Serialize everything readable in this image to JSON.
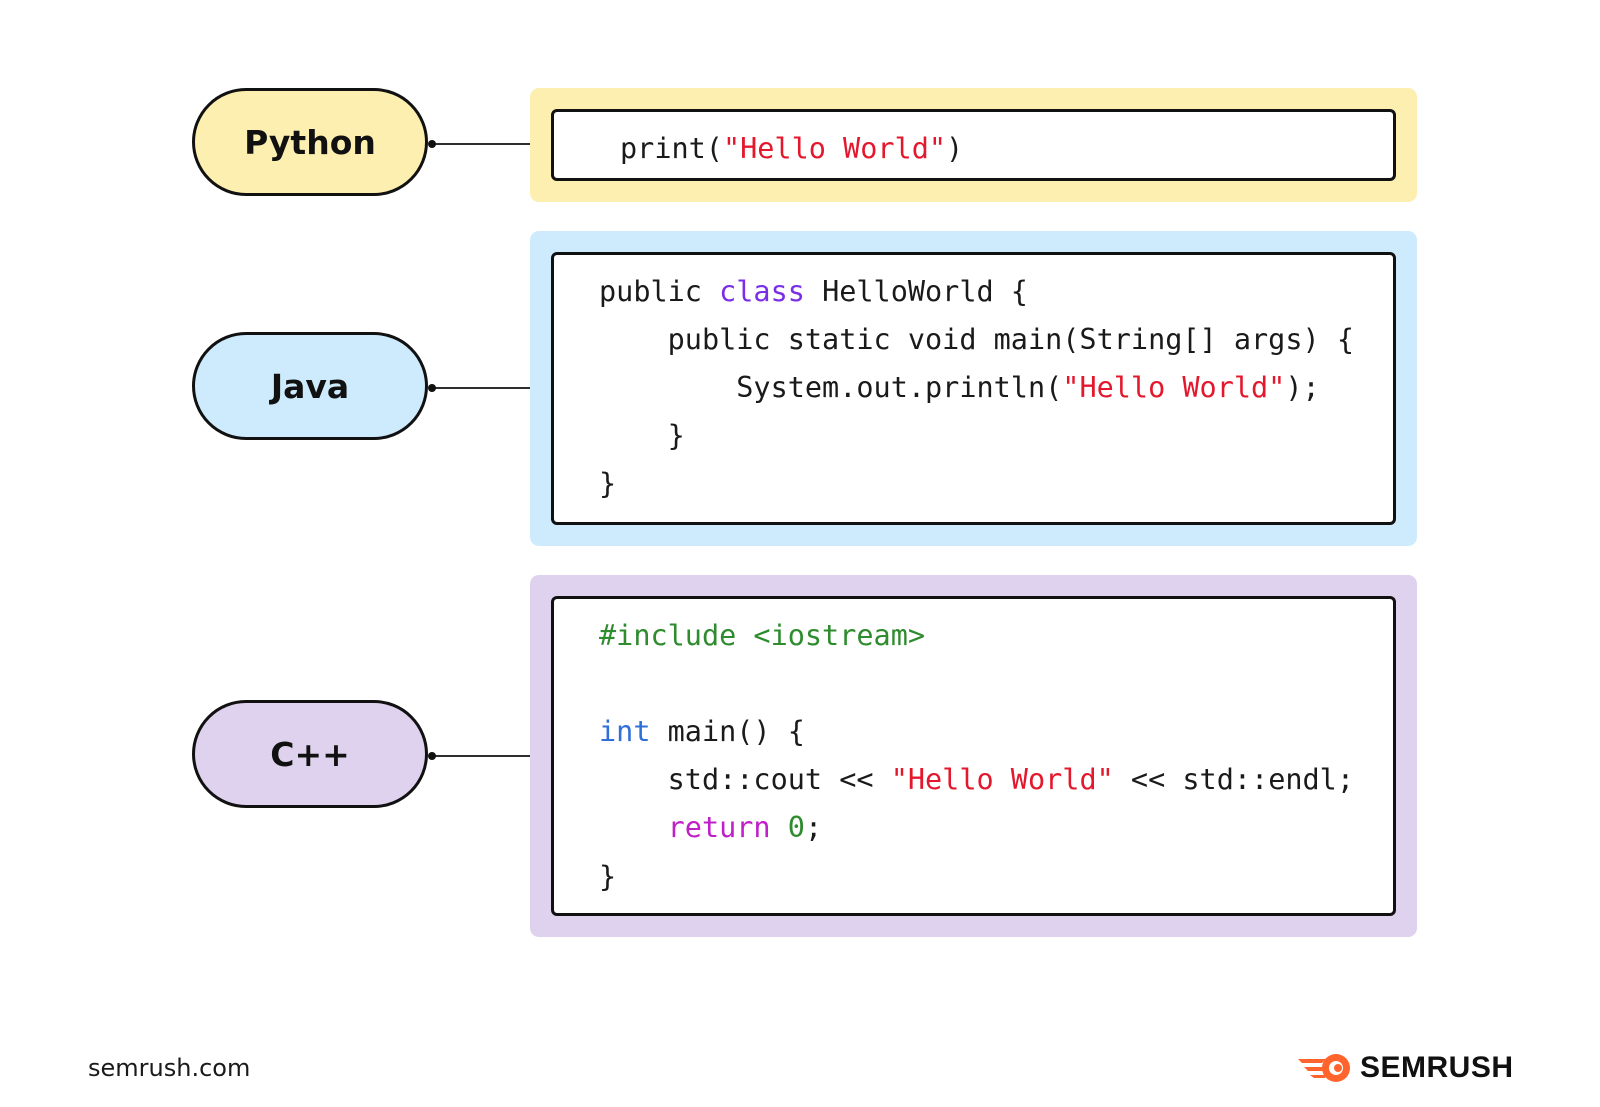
{
  "colors": {
    "python_bg": "#fcefb0",
    "java_bg": "#cdebfc",
    "cpp_bg": "#ded2ee",
    "string": "#e3182d",
    "keyword_class": "#7a2ee6",
    "preprocessor": "#2e8b2e",
    "type_int": "#2f6fd6",
    "keyword_return": "#c020c8",
    "number": "#2e8b2e",
    "plain": "#1a1a1a",
    "brand_orange": "#ff642d"
  },
  "languages": [
    {
      "id": "python",
      "label": "Python",
      "code": [
        [
          {
            "t": "print(",
            "c": "plain"
          },
          {
            "t": "\"Hello World\"",
            "c": "string"
          },
          {
            "t": ")",
            "c": "plain"
          }
        ]
      ]
    },
    {
      "id": "java",
      "label": "Java",
      "code": [
        [
          {
            "t": "public ",
            "c": "plain"
          },
          {
            "t": "class",
            "c": "keyword_class"
          },
          {
            "t": " HelloWorld {",
            "c": "plain"
          }
        ],
        [
          {
            "t": "    public static void main(String[] args) {",
            "c": "plain"
          }
        ],
        [
          {
            "t": "        System.out.println(",
            "c": "plain"
          },
          {
            "t": "\"Hello World\"",
            "c": "string"
          },
          {
            "t": ");",
            "c": "plain"
          }
        ],
        [
          {
            "t": "    }",
            "c": "plain"
          }
        ],
        [
          {
            "t": "}",
            "c": "plain"
          }
        ]
      ]
    },
    {
      "id": "cpp",
      "label": "C++",
      "code": [
        [
          {
            "t": "#include <iostream>",
            "c": "preprocessor"
          }
        ],
        [],
        [
          {
            "t": "int",
            "c": "type_int"
          },
          {
            "t": " main() {",
            "c": "plain"
          }
        ],
        [
          {
            "t": "    std::cout << ",
            "c": "plain"
          },
          {
            "t": "\"Hello World\"",
            "c": "string"
          },
          {
            "t": " << std::endl;",
            "c": "plain"
          }
        ],
        [
          {
            "t": "    ",
            "c": "plain"
          },
          {
            "t": "return",
            "c": "keyword_return"
          },
          {
            "t": " ",
            "c": "plain"
          },
          {
            "t": "0",
            "c": "number"
          },
          {
            "t": ";",
            "c": "plain"
          }
        ],
        [
          {
            "t": "}",
            "c": "plain"
          }
        ]
      ]
    }
  ],
  "footer": {
    "domain": "semrush.com",
    "brand_name": "SEMRUSH",
    "brand_icon": "semrush-fireball-icon"
  }
}
